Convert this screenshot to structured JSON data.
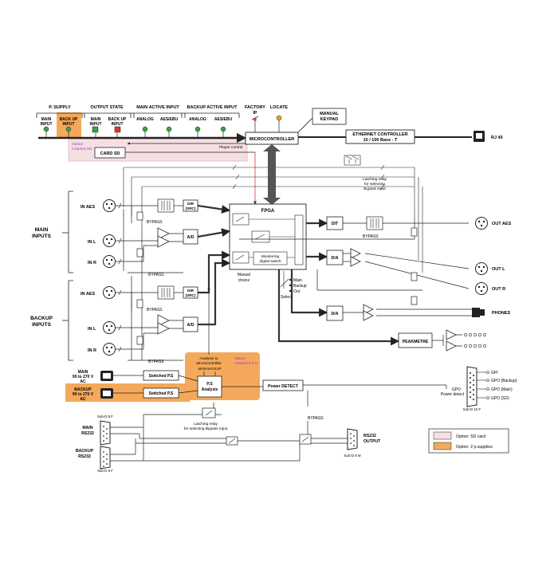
{
  "top": {
    "p_supply": "P. SUPPLY",
    "main_input": [
      "MAIN",
      "INPUT"
    ],
    "backup_input": [
      "BACK UP",
      "INPUT"
    ],
    "output_state": "OUTPUT STATE",
    "main_active_input": "MAIN ACTIVE INPUT",
    "backup_active_input": "BACKUP ACTIVE INPUT",
    "analog": "ANALOG",
    "aes_ebu": "AES/EBU",
    "factory_ip": [
      "FACTORY",
      "IP"
    ],
    "locate": "LOCATE",
    "manual_keypad": [
      "MANUAL",
      "KEYPAD"
    ],
    "microcontroller": "MICROCONTROLLER",
    "ethernet": [
      "ETHERNET CONTROLLER",
      "10 / 100 Base - T"
    ],
    "rj45": "RJ 45"
  },
  "sd": {
    "option": [
      "Option",
      "CS5404-SD"
    ],
    "card_sd": "CARD SD",
    "player_control": "Player control"
  },
  "relay_top": [
    "Latching relay",
    "for selecting",
    "Bypass input"
  ],
  "inputs": {
    "main_inputs": [
      "MAIN",
      "INPUTS"
    ],
    "backup_inputs": [
      "BACKUP",
      "INPUTS"
    ],
    "in_aes": "IN AES",
    "in_l": "IN L",
    "in_r": "IN R",
    "bypass": "BYPASS",
    "dir": [
      "DIR",
      "(SRC)"
    ],
    "ad": "A/D"
  },
  "fpga": {
    "title": "FPGA",
    "monitoring": [
      "Monitoring",
      "digital switch"
    ],
    "manual_choice": [
      "Manuel",
      "choice"
    ],
    "select_opts": [
      "Main",
      "Backup",
      "Out"
    ],
    "select": "Select"
  },
  "outputs": {
    "dit": "DIT",
    "da": "D/A",
    "out_aes": "OUT AES",
    "out_l": "OUT L",
    "out_r": "OUT R",
    "phones": "PHONES",
    "peakmetre": "PEAKMETRE",
    "bypass": "BYPASS"
  },
  "power": {
    "analysis": [
      "Analysis to",
      "Microcontroller"
    ],
    "main_backup": "MAIN  BACKUP",
    "option": [
      "Option",
      "CS5404-2 P.S"
    ],
    "ps_analysis": [
      "P.S",
      "Analysis"
    ],
    "main_ac": [
      "MAIN",
      "90 to 270 V",
      "AC"
    ],
    "backup_ac": [
      "BACKUP",
      "90 to 270 V",
      "AC"
    ],
    "switched_ps": "Switched P.S",
    "power_detect": "Power DETECT"
  },
  "gpo": {
    "items": [
      "GPI",
      "GPO (Backup)",
      "GPO (Main)",
      "GPO (SD)"
    ],
    "power_detect": [
      "GPO",
      "Power detect"
    ],
    "subd": "Sub-D 15 F"
  },
  "rs232": {
    "main": [
      "MAIN",
      "RS232"
    ],
    "backup": [
      "BACKUP",
      "RS232"
    ],
    "subd_9f_top": "Sub-D 9 F",
    "subd_9f_bottom": "Sub-D 9 F",
    "relay": [
      "Latching relay",
      "for selecting Bypass input"
    ],
    "bypass": "BYPASS",
    "output": [
      "RS232",
      "OUTPUT"
    ],
    "subd_9m": "Sub-D 9 M"
  },
  "legend": {
    "sd": "Option: SD card",
    "ps": "Option: 2 p.supplies"
  },
  "colors": {
    "sd_fill": "#f6dfe2",
    "ps_fill": "#f4a95a",
    "led_green": "#3aa14a",
    "led_red": "#e03030",
    "led_orange": "#f0a020",
    "purple": "#9b3fb5",
    "line": "#222222"
  }
}
